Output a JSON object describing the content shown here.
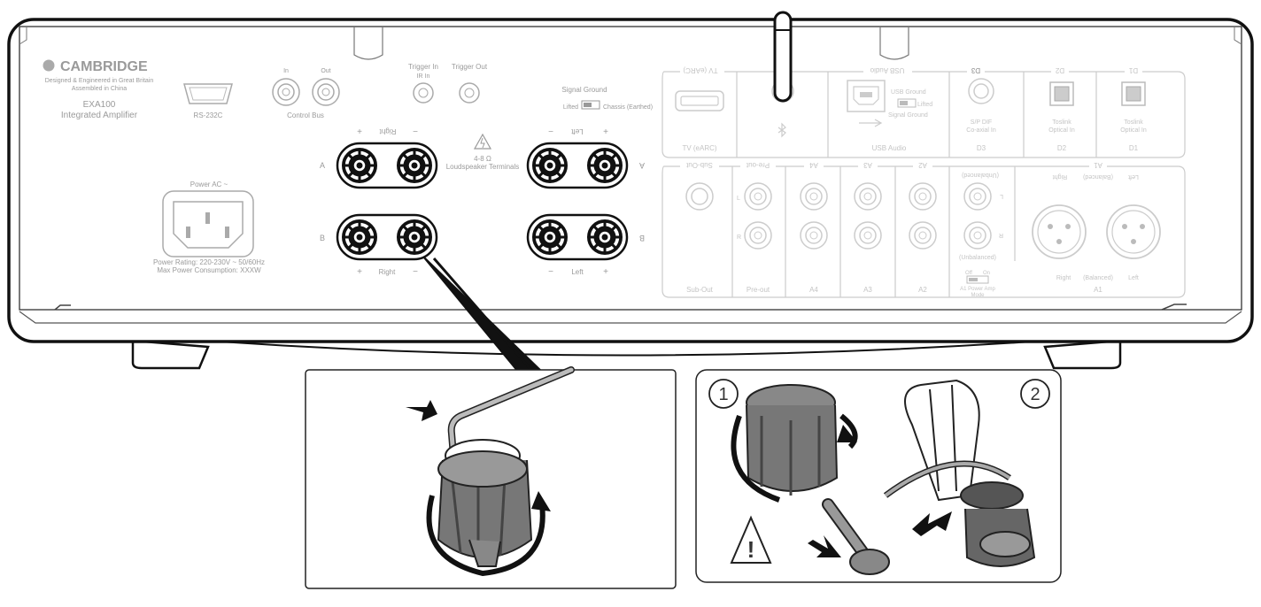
{
  "brand": {
    "name": "CAMBRIDGE",
    "line1": "Designed & Engineered in Great Britain",
    "line2": "Assembled in China",
    "model": "EXA100",
    "product": "Integrated Amplifier"
  },
  "rs232": {
    "label": "RS-232C"
  },
  "control_bus": {
    "in": "In",
    "out": "Out",
    "label": "Control Bus"
  },
  "trigger": {
    "in_label": "Trigger In",
    "ir_label": "IR In",
    "out_label": "Trigger Out"
  },
  "signal_ground": {
    "title": "Signal Ground",
    "lifted": "Lifted",
    "chassis": "Chassis (Earthed)"
  },
  "speakers": {
    "title": "Loudspeaker Terminals",
    "impedance": "4-8 Ω",
    "right": "Right",
    "left": "Left",
    "row_a": "A",
    "row_b": "B",
    "plus": "+",
    "minus": "−"
  },
  "power": {
    "ac": "Power AC ~",
    "rating": "Power Rating: 220-230V ~ 50/60Hz",
    "consumption": "Max Power Consumption: XXXW"
  },
  "digital": {
    "tv_top": "TV (eARC)",
    "tv": "TV (eARC)",
    "usb_top": "USB Audio",
    "usb_ground": "USB Ground",
    "usb_lifted": "Lifted",
    "usb_signal": "Signal Ground",
    "usb": "USB Audio",
    "d3_top": "D3",
    "d3_l1": "S/P DIF",
    "d3_l2": "Co-axial In",
    "d3": "D3",
    "d2_top": "D2",
    "d2_l1": "Toslink",
    "d2_l2": "Optical In",
    "d2": "D2",
    "d1_top": "D1",
    "d1_l1": "Toslink",
    "d1_l2": "Optical In",
    "d1": "D1"
  },
  "analog": {
    "subout_top": "Sub-Out",
    "subout": "Sub-Out",
    "preout_top": "Pre-out",
    "preout": "Pre-out",
    "l": "L",
    "r": "R",
    "a4_top": "A4",
    "a4": "A4",
    "a3_top": "A3",
    "a3": "A3",
    "a2_top": "A2",
    "a2": "A2",
    "unbal_top": "(Unbalanced)",
    "unbal": "(Unbalanced)",
    "a1_top": "A1",
    "a1_right_top": "Right",
    "a1_bal_top": "(Balanced)",
    "a1_left_top": "Left",
    "a1_right": "Right",
    "a1_bal": "(Balanced)",
    "a1_left": "Left",
    "a1": "A1",
    "off": "Off",
    "on": "On",
    "a1_mode1": "A1 Power Amp",
    "a1_mode2": "Mode"
  },
  "steps": {
    "one": "1",
    "two": "2",
    "warn": "!"
  }
}
